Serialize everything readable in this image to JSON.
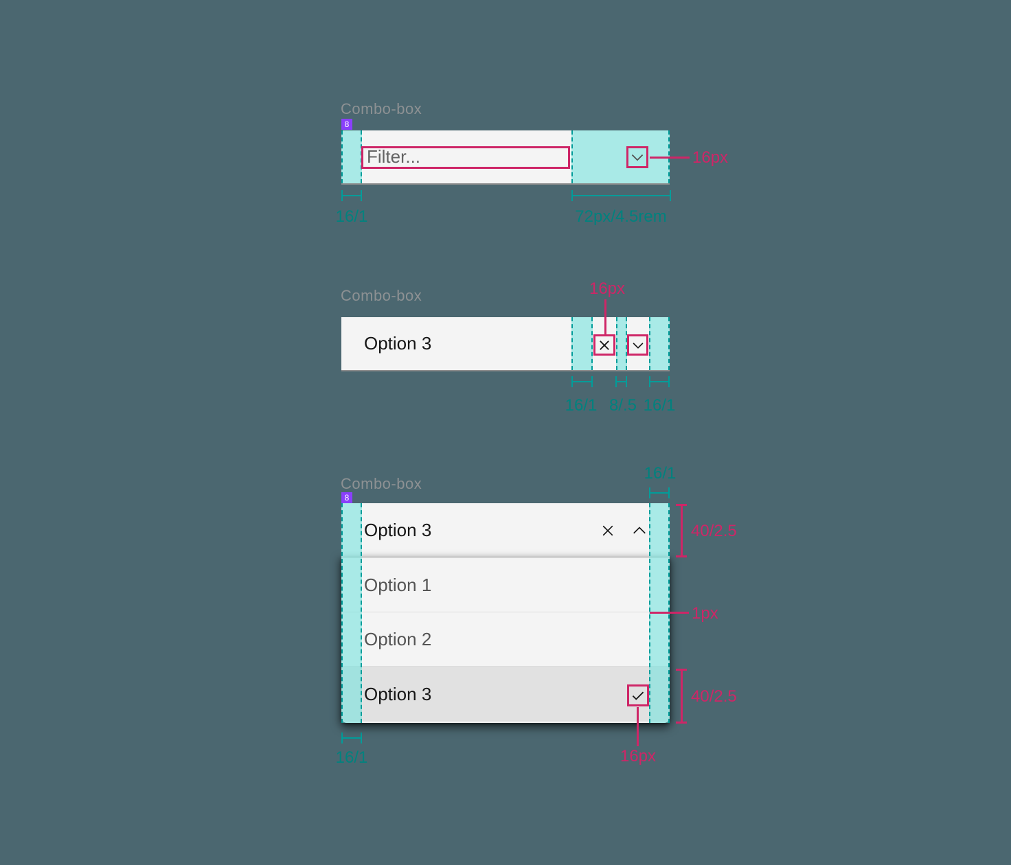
{
  "colors": {
    "background": "#4b6770",
    "teal_line": "#009d9a",
    "teal_text": "#00827e",
    "annotation_pink": "#ce2667",
    "badge_purple": "#8a3ffc",
    "field_bg": "#f4f4f4",
    "selected_bg": "#e1e1e1",
    "border_gray": "#8d8d8d"
  },
  "combo_filter": {
    "label": "Combo-box",
    "badge": "8",
    "placeholder": "Filter...",
    "icon": "chevron-down",
    "annotations": {
      "icon_size": "16px",
      "left_padding": "16/1",
      "action_area_width": "72px/4.5rem"
    }
  },
  "combo_closed": {
    "label": "Combo-box",
    "value": "Option 3",
    "icons": [
      "close",
      "chevron-down"
    ],
    "annotations": {
      "icon_size": "16px",
      "spacings": [
        "16/1",
        "8/.5",
        "16/1"
      ]
    }
  },
  "combo_open": {
    "label": "Combo-box",
    "badge": "8",
    "value": "Option 3",
    "field_icons": [
      "close",
      "chevron-up"
    ],
    "selected_icon": "checkmark",
    "options": [
      "Option 1",
      "Option 2",
      "Option 3"
    ],
    "selected_option": "Option 3",
    "annotations": {
      "right_padding": "16/1",
      "field_height": "40/2.5",
      "divider": "1px",
      "row_height": "40/2.5",
      "icon_size": "16px",
      "left_padding": "16/1"
    }
  }
}
